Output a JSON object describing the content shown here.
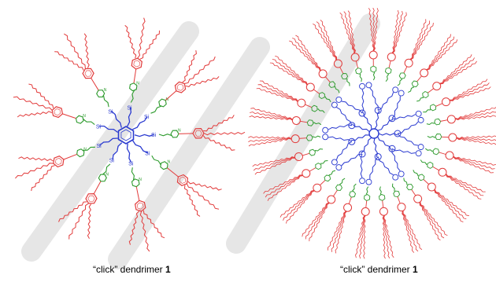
{
  "figure": {
    "left_caption": {
      "text": "“click” dendrimer",
      "number": "1"
    },
    "right_caption": {
      "text": "“click” dendrimer",
      "number": "1"
    },
    "core_atom_label": "Si",
    "triazole_label": "N",
    "colors": {
      "core": "#2a3ad0",
      "linker": "#2b9a2b",
      "periphery": "#e23b3b",
      "watermark": "#e6e6e6"
    }
  }
}
